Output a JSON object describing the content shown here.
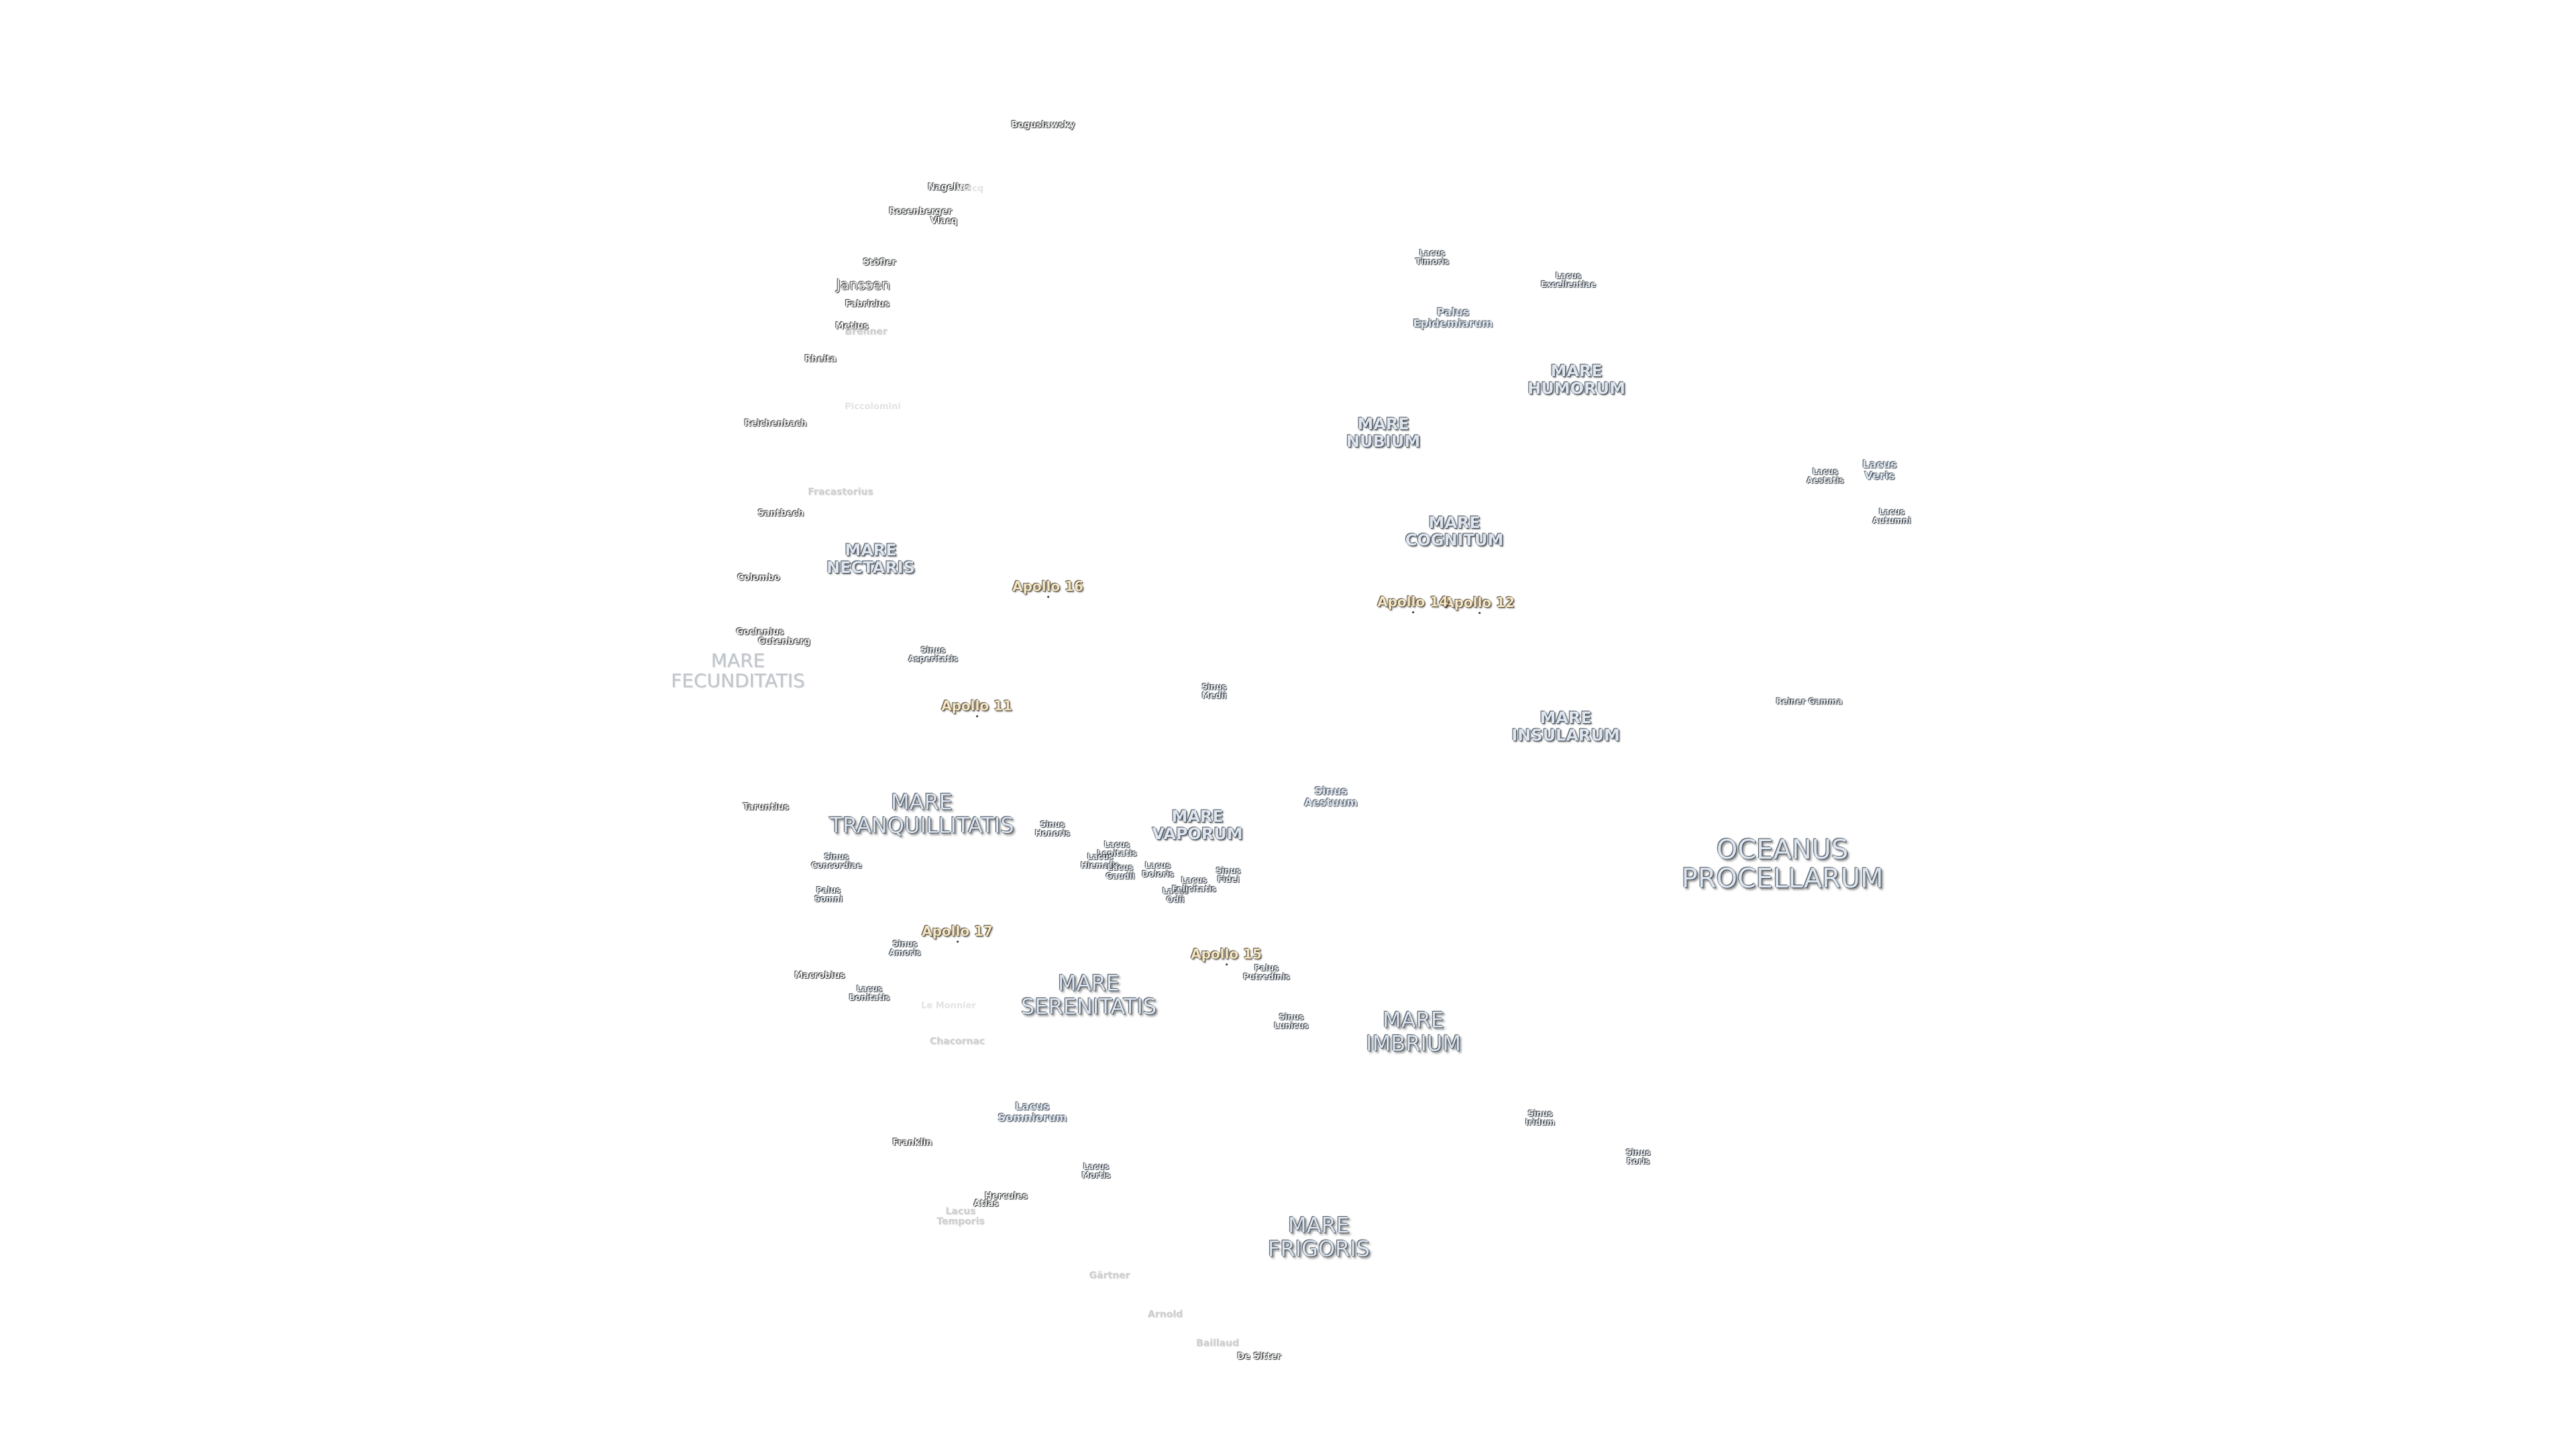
{
  "map": {
    "colors": {
      "background": "#ffffff",
      "label_fill": "#dfe6ef",
      "label_outline": "#3b4652",
      "apollo_fill": "#f5e7c6"
    },
    "maria": {
      "fecunditatis": "MARE\nFECUNDITATIS",
      "nectaris": "MARE\nNECTARIS",
      "nubium": "MARE\nNUBIUM",
      "humorum": "MARE\nHUMORUM",
      "cognitum": "MARE\nCOGNITUM",
      "insularum": "MARE\nINSULARUM",
      "tranquillitatis": "MARE\nTRANQUILLITATIS",
      "vaporum": "MARE\nVAPORUM",
      "serenitatis": "MARE\nSERENITATIS",
      "imbrium": "MARE\nIMBRIUM",
      "frigoris": "MARE\nFRIGORIS",
      "procellarum": "OCEANUS\nPROCELLARUM"
    },
    "features": {
      "lacus_timoris": "Lacus\nTimoris",
      "lacus_excellentiae": "Lacus\nExcellentiae",
      "palus_epidemiarum": "Palus\nEpidemiarum",
      "lacus_aestatis": "Lacus\nAestatis",
      "lacus_veris": "Lacus\nVeris",
      "lacus_autumni": "Lacus\nAutumni",
      "sinus_asperitatis": "Sinus\nAsperitatis",
      "sinus_medii": "Sinus\nMedii",
      "reiner_gamma": "Reiner Gamma",
      "sinus_aestuum": "Sinus\nAestuum",
      "sinus_honoris": "Sinus\nHonoris",
      "lacus_lenitatis": "Lacus\nLenitatis",
      "lacus_hiemalis": "Lacus\nHiemalis",
      "lacus_gaudii": "Lacus\nGaudii",
      "lacus_doloris": "Lacus\nDoloris",
      "sinus_fidei": "Sinus\nFidei",
      "lacus_odii": "Lacus\nOdii",
      "lacus_felicitatis": "Lacus\nFelicitatis",
      "sinus_concordiae": "Sinus\nConcordiae",
      "palus_somni": "Palus\nSomni",
      "sinus_amoris": "Sinus\nAmoris",
      "palus_putredinis": "Palus\nPutredinis",
      "lacus_bonitatis": "Lacus\nBonitatis",
      "sinus_lunicus": "Sinus\nLunicus",
      "lacus_somniorum": "Lacus\nSomniorum",
      "sinus_iridum": "Sinus\nIridum",
      "sinus_roris": "Sinus\nRoris",
      "lacus_mortis": "Lacus\nMortis",
      "lacus_temporis": "Lacus\nTemporis"
    },
    "apollo": {
      "a11": "Apollo 11",
      "a12": "Apollo 12",
      "a14": "Apollo 14",
      "a15": "Apollo 15",
      "a16": "Apollo 16",
      "a17": "Apollo 17"
    },
    "craters": {
      "boguslawsky": "Boguslawsky",
      "nagelius": "Nagelius",
      "vlacq_a": "Vlacq",
      "rosenberger": "Rosenberger",
      "vlacq_b": "Vlacq",
      "stoefler": "Stöfler",
      "janssen": "Janssen",
      "fabricius": "Fabricius",
      "metius": "Metius",
      "brenner": "Brenner",
      "rheita": "Rheita",
      "piccolomini": "Piccolomini",
      "reichenbach": "Reichenbach",
      "fracastorius": "Fracastorius",
      "santbech": "Santbech",
      "colombo": "Colombo",
      "goclenius": "Goclenius",
      "gutenberg": "Gutenberg",
      "taruntius": "Taruntius",
      "macrobius": "Macrobius",
      "le_monnier": "Le Monnier",
      "chacornac": "Chacornac",
      "franklin": "Franklin",
      "hercules": "Hercules",
      "atlas": "Atlas",
      "gaertner": "Gärtner",
      "arnold": "Arnold",
      "bailleul": "Baillaud",
      "de_sitter": "De Sitter"
    }
  }
}
